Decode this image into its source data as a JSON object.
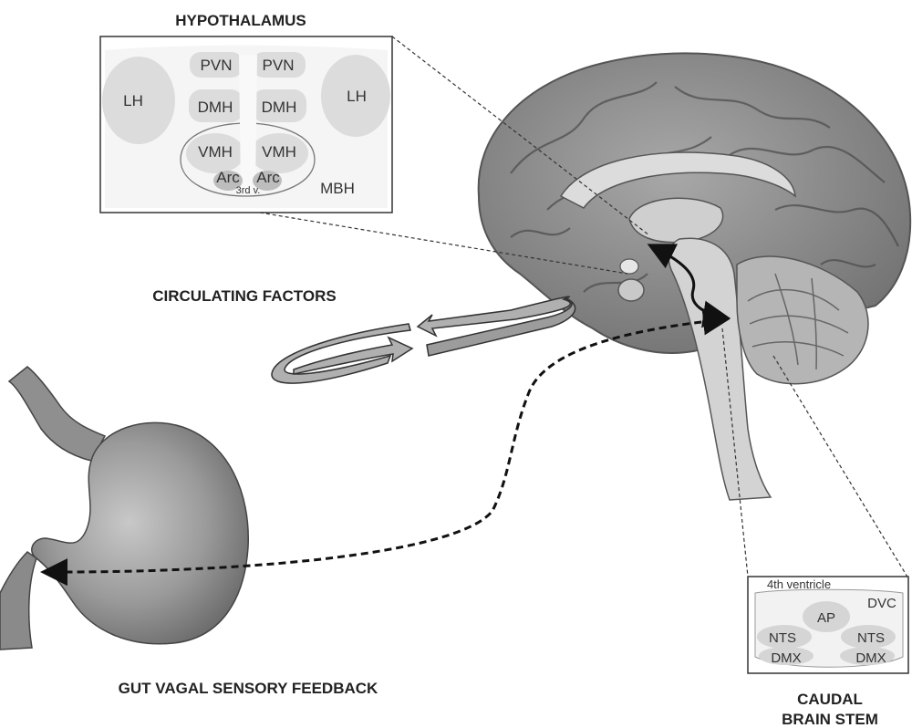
{
  "hypothalamus": {
    "title": "HYPOTHALAMUS",
    "labels": {
      "pvn_left": "PVN",
      "pvn_right": "PVN",
      "lh_left": "LH",
      "lh_right": "LH",
      "dmh_left": "DMH",
      "dmh_right": "DMH",
      "vmh_left": "VMH",
      "vmh_right": "VMH",
      "arc_left": "Arc",
      "arc_right": "Arc",
      "third_ventricle": "3rd v.",
      "mbh": "MBH"
    }
  },
  "circulating_factors": {
    "label": "CIRCULATING FACTORS"
  },
  "gut": {
    "label": "GUT VAGAL SENSORY FEEDBACK"
  },
  "brainstem": {
    "title_line1": "CAUDAL",
    "title_line2": "BRAIN STEM",
    "labels": {
      "fourth_ventricle": "4th ventricle",
      "dvc": "DVC",
      "ap": "AP",
      "nts_left": "NTS",
      "nts_right": "NTS",
      "dmx_left": "DMX",
      "dmx_right": "DMX"
    }
  },
  "colors": {
    "brain_fill": "#8e8e8e",
    "brain_light": "#d9d9d9",
    "stomach_fill": "#9a9a9a",
    "nucleus_fill": "#dcdcdc",
    "line": "#222222"
  }
}
